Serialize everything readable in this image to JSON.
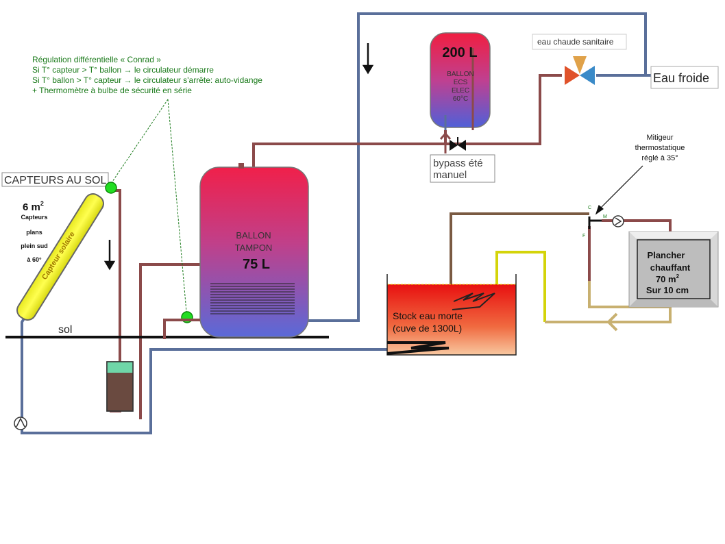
{
  "regulation": {
    "lines": [
      "Régulation différentielle « Conrad »",
      "Si T° capteur > T° ballon → le circulateur démarre",
      "Si T° ballon > T° capteur → le circulateur s'arrête: auto-vidange",
      "+ Thermomètre à bulbe de sécurité en série"
    ]
  },
  "capteurs": {
    "title": "CAPTEURS AU SOL",
    "area": "6 m",
    "area_exp": "2",
    "desc": [
      "Capteurs",
      "plans",
      "plein sud",
      "à 60°"
    ],
    "panel_label": "Capteur solaire"
  },
  "ground": {
    "label": "sol"
  },
  "tampon": {
    "lines": [
      "BALLON",
      "TAMPON"
    ],
    "volume": "75 L"
  },
  "ecs": {
    "volume": "200 L",
    "lines": [
      "BALLON",
      "ECS",
      "ELEC",
      "60°C"
    ]
  },
  "bypass": {
    "lines": [
      "bypass été",
      "manuel"
    ]
  },
  "sanitaire": {
    "label": "eau chaude sanitaire"
  },
  "eau_froide": {
    "label": "Eau froide"
  },
  "mitigeur": {
    "lines": [
      "Mitigeur",
      "thermostatique",
      "réglé à 35°"
    ],
    "port_c": "C",
    "port_m": "M",
    "port_f": "F"
  },
  "stock": {
    "lines": [
      "Stock eau morte",
      "(cuve de 1300L)"
    ]
  },
  "plancher": {
    "lines": [
      "Plancher",
      "chauffant"
    ],
    "area": "70 m",
    "area_exp": "2",
    "thickness": "Sur 10 cm"
  },
  "colors": {
    "blue_pipe": "#5a6f9a",
    "hot_pipe": "#8b4a4a",
    "brown_pipe": "#7a5a42",
    "yellow_pipe": "#d4d40a",
    "green_dot": "#22dd22",
    "label_green": "#1a7a1a"
  }
}
